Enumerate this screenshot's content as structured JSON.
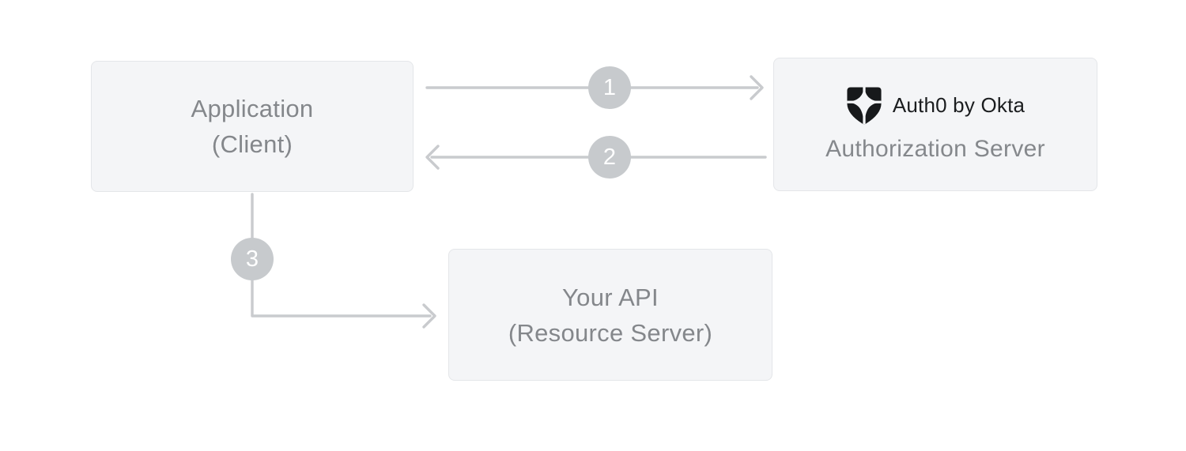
{
  "diagram": {
    "nodes": {
      "application": {
        "title": "Application",
        "subtitle": "(Client)"
      },
      "auth_server": {
        "brand": "Auth0 by Okta",
        "label": "Authorization Server"
      },
      "api": {
        "title": "Your API",
        "subtitle": "(Resource Server)"
      }
    },
    "steps": [
      {
        "number": "1",
        "from": "Application (Client)",
        "to": "Authorization Server",
        "direction": "right"
      },
      {
        "number": "2",
        "from": "Authorization Server",
        "to": "Application (Client)",
        "direction": "left"
      },
      {
        "number": "3",
        "from": "Application (Client)",
        "to": "Your API (Resource Server)",
        "direction": "down-then-right"
      }
    ],
    "icons": {
      "auth0_logo": "auth0-shield-logo"
    },
    "colors": {
      "canvas_background": "#ffffff",
      "node_background": "#f4f5f7",
      "node_border": "#e4e6e9",
      "node_text": "#84878b",
      "brand_text": "#1b1d1f",
      "arrow": "#c9cbce",
      "badge_background": "#c7cacd",
      "badge_text": "#ffffff",
      "logo_fill": "#17191b"
    }
  }
}
